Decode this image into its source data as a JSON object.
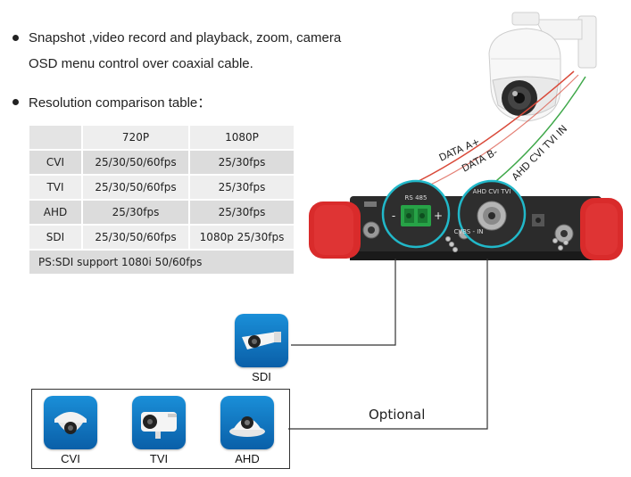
{
  "bullets": {
    "line1": "Snapshot ,video record and playback, zoom, camera",
    "line2": "OSD menu control over coaxial cable.",
    "line3": "Resolution comparison table："
  },
  "table": {
    "headers": [
      "",
      "720P",
      "1080P"
    ],
    "rows": [
      [
        "CVI",
        "25/30/50/60fps",
        "25/30fps"
      ],
      [
        "TVI",
        "25/30/50/60fps",
        "25/30fps"
      ],
      [
        "AHD",
        "25/30fps",
        "25/30fps"
      ],
      [
        "SDI",
        "25/30/50/60fps",
        "1080p 25/30fps"
      ]
    ],
    "note": "PS:SDI support 1080i 50/60fps"
  },
  "device": {
    "port_rs485": "RS 485",
    "port_ahd": "AHD CVI TVI",
    "port_cvbs": "CVBS - IN",
    "port_minus": "-",
    "port_plus": "+"
  },
  "wires": {
    "data_a": "DATA A+",
    "data_b": "DATA B-",
    "ahd_in": "AHD CVI TVI IN"
  },
  "cameras": {
    "sdi": "SDI",
    "cvi": "CVI",
    "tvi": "TVI",
    "ahd": "AHD"
  },
  "optional_label": "Optional",
  "colors": {
    "tile_blue": "#1a8fd8",
    "red_wire": "#d94a3a",
    "green_wire": "#3fa84a",
    "device_red": "#d92b2b"
  }
}
